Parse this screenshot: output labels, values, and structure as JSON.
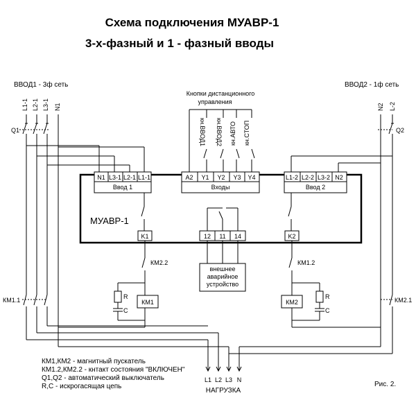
{
  "title": {
    "line1": "Схема подключения МУАВР-1",
    "line2": "3-х-фазный и 1 - фазный вводы"
  },
  "input1": {
    "label": "ВВОД1 - 3ф сеть",
    "lines": [
      "L1-1",
      "L2-1",
      "L3-1",
      "N1"
    ],
    "breaker": "Q1",
    "contactor": "КМ1.1"
  },
  "input2": {
    "label": "ВВОД2 - 1ф сеть",
    "lines": [
      "N2",
      "L-2"
    ],
    "breaker": "Q2",
    "contactor": "КМ2.1"
  },
  "remote_buttons": {
    "caption_line1": "Кнопки дистанционного",
    "caption_line2": "управления",
    "buttons": [
      "кн.ВВОД1",
      "кн.ВВОД2",
      "кн.АВТО",
      "кн.СТОП"
    ]
  },
  "device": {
    "name": "МУАВР-1",
    "block_input1": {
      "label": "Ввод 1",
      "terminals": [
        "N1",
        "L3-1",
        "L2-1",
        "L1-1"
      ]
    },
    "block_inputs": {
      "label": "Входы",
      "terminals": [
        "A2",
        "Y1",
        "Y2",
        "Y3",
        "Y4"
      ]
    },
    "block_input2": {
      "label": "Ввод 2",
      "terminals": [
        "L1-2",
        "L2-2",
        "L3-2",
        "N2"
      ]
    },
    "output_k1": "K1",
    "output_k2": "K2",
    "alarm_terminals": [
      "12",
      "11",
      "14"
    ]
  },
  "alarm_device": {
    "line1": "внешнее",
    "line2": "аварийное",
    "line3": "устройство"
  },
  "left_branch": {
    "contact": "КМ2.2",
    "coil": "КМ1",
    "r": "R",
    "c": "C"
  },
  "right_branch": {
    "contact": "КМ1.2",
    "coil": "КМ2",
    "r": "R",
    "c": "C"
  },
  "legend": [
    "КМ1,КМ2 - магнитный пускатель",
    "КМ1.2,КМ2.2 - кнтакт состояния \"ВКЛЮЧЕН\"",
    "Q1,Q2 - автоматический выключатель",
    "R,C - искрогасящая цепь"
  ],
  "load": {
    "lines": [
      "L1",
      "L2",
      "L3",
      "N"
    ],
    "label": "НАГРУЗКА"
  },
  "figure_label": "Рис. 2."
}
